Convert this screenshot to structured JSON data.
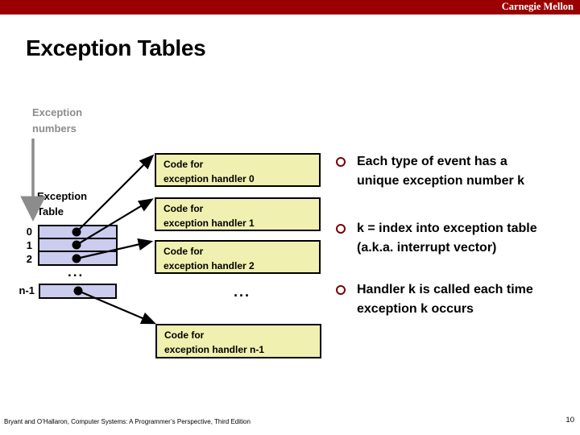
{
  "banner": {
    "brand": "Carnegie Mellon"
  },
  "slide": {
    "title": "Exception Tables"
  },
  "diagram": {
    "numbers_label": "Exception\nnumbers",
    "table_label": "Exception\nTable",
    "row_labels": [
      "0",
      "1",
      "2"
    ],
    "last_row_label": "n-1",
    "table_ellipsis": "...",
    "handlers_ellipsis": "...",
    "handlers": [
      {
        "line1": "Code for",
        "line2": "exception handler 0"
      },
      {
        "line1": "Code for",
        "line2": "exception handler 1"
      },
      {
        "line1": "Code for",
        "line2": "exception handler 2"
      },
      {
        "line1": "Code for",
        "line2": "exception handler n-1"
      }
    ]
  },
  "bullets": [
    "Each type of event has a\nunique exception number k",
    "k = index into exception table\n(a.k.a. interrupt vector)",
    "Handler k is called each time\nexception k occurs"
  ],
  "colors": {
    "banner_red": "#9B0000",
    "table_fill": "#CCCCEE",
    "handler_fill": "#F0F0B0",
    "bullet_ring": "#7A0000",
    "gray_label": "#8C8C8C"
  },
  "footer": {
    "citation": "Bryant and O’Hallaron, Computer Systems: A Programmer’s Perspective, Third Edition",
    "page_number": "10"
  }
}
